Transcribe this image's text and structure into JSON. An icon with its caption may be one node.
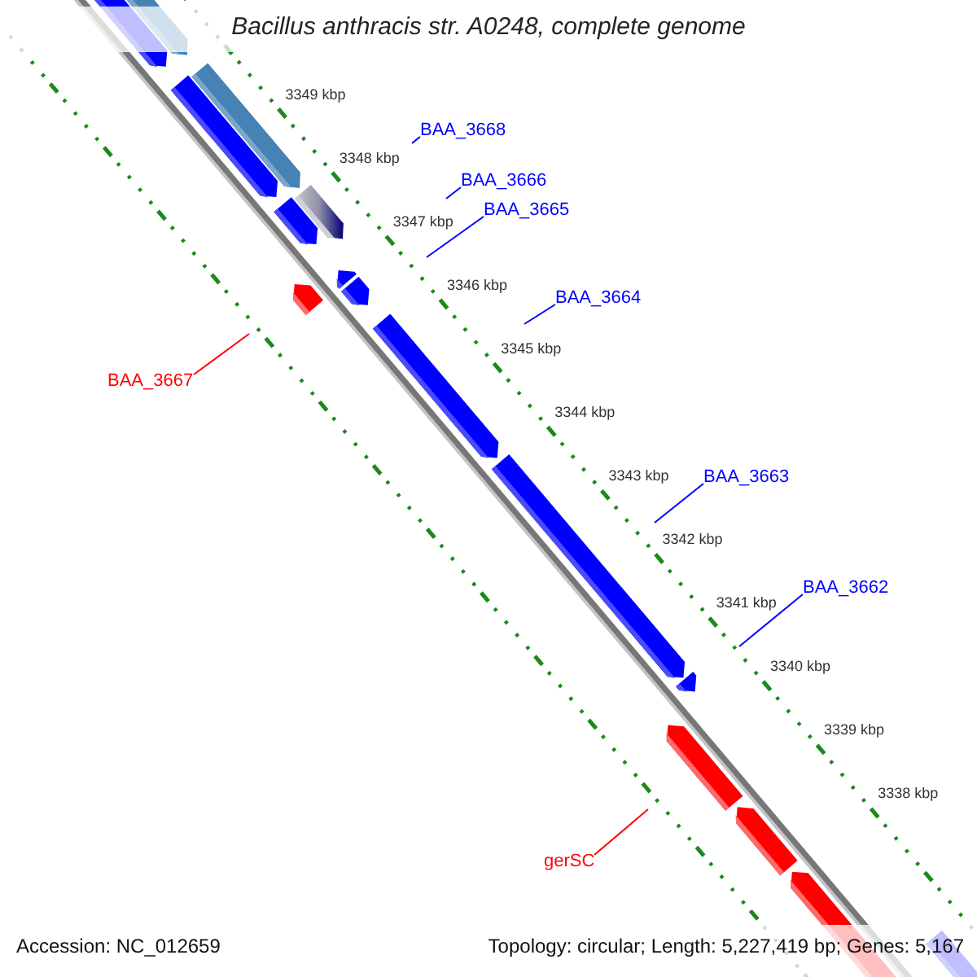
{
  "diagram": {
    "title": "Bacillus anthracis str. A0248, complete genome",
    "nodes": [
      {
        "text": [
          "BAA_3668"
        ]
      },
      {
        "text": [
          "BAA_3666"
        ]
      },
      {
        "text": [
          "BAA_3665"
        ]
      },
      {
        "text": [
          "BAA_3664"
        ]
      },
      {
        "text": [
          "BAA_3667"
        ]
      },
      {
        "text": [
          "BAA_3663"
        ]
      },
      {
        "text": [
          "BAA_3662"
        ]
      },
      {
        "text": [
          "gerSC"
        ]
      }
    ],
    "edges": [
      {
        "from": 0,
        "to": null,
        "arrow": "none"
      },
      {
        "from": 1,
        "to": null,
        "arrow": "none"
      },
      {
        "from": 2,
        "to": null,
        "arrow": "none"
      },
      {
        "from": 3,
        "to": null,
        "arrow": "none"
      },
      {
        "from": 4,
        "to": null,
        "arrow": "none",
        "color": "#ff0000"
      },
      {
        "from": 5,
        "to": null,
        "arrow": "none"
      },
      {
        "from": 6,
        "to": null,
        "arrow": "none"
      },
      {
        "from": 7,
        "to": null,
        "arrow": "none",
        "color": "#ff0000"
      }
    ],
    "labels": [
      "3349 kbp",
      "3348 kbp",
      "3347 kbp",
      "3346 kbp",
      "3345 kbp",
      "3344 kbp",
      "3343 kbp",
      "3342 kbp",
      "3341 kbp",
      "3340 kbp",
      "3339 kbp",
      "3338 kbp",
      "Accession: NC_012659",
      "Topology: circular; Length: 5,227,419 bp; Genes: 5,167"
    ]
  }
}
